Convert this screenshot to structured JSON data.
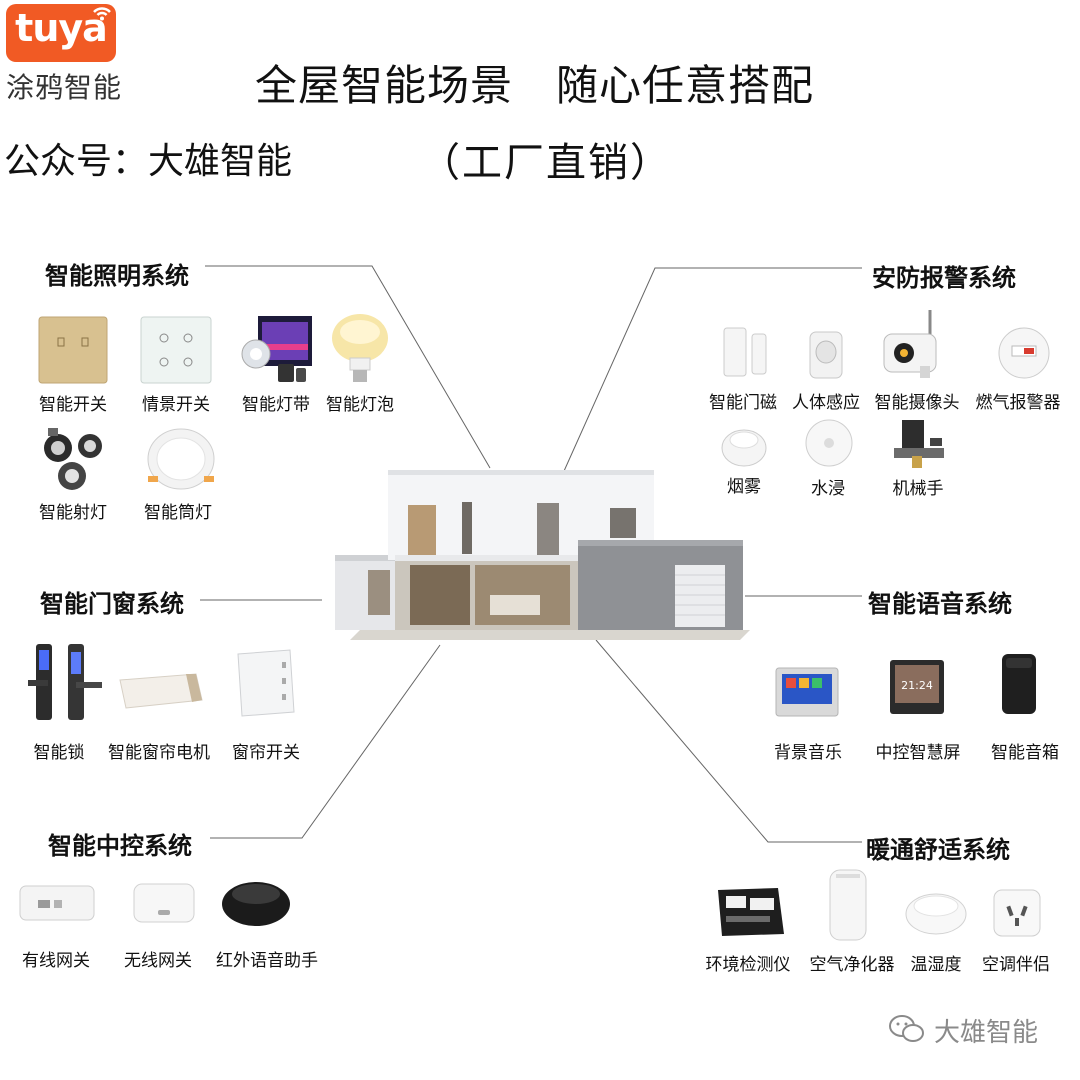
{
  "logo": {
    "word": "tuya",
    "cn": "涂鸦智能"
  },
  "header": {
    "headline": "全屋智能场景　随心任意搭配",
    "account": "公众号：大雄智能",
    "factory": "（工厂直销）"
  },
  "systems": {
    "lighting": {
      "title": "智能照明系统",
      "items": [
        "智能开关",
        "情景开关",
        "智能灯带",
        "智能灯泡",
        "智能射灯",
        "智能筒灯"
      ]
    },
    "security": {
      "title": "安防报警系统",
      "items": [
        "智能门磁",
        "人体感应",
        "智能摄像头",
        "燃气报警器",
        "烟雾",
        "水浸",
        "机械手"
      ]
    },
    "doors": {
      "title": "智能门窗系统",
      "items": [
        "智能锁",
        "智能窗帘电机",
        "窗帘开关"
      ]
    },
    "voice": {
      "title": "智能语音系统",
      "items": [
        "背景音乐",
        "中控智慧屏",
        "智能音箱"
      ]
    },
    "control": {
      "title": "智能中控系统",
      "items": [
        "有线网关",
        "无线网关",
        "红外语音助手"
      ]
    },
    "hvac": {
      "title": "暖通舒适系统",
      "items": [
        "环境检测仪",
        "空气净化器",
        "温湿度",
        "空调伴侣"
      ]
    }
  },
  "screen_text": {
    "clock": "21:24"
  },
  "watermark": "大雄智能",
  "colors": {
    "brand": "#f15a24",
    "line": "#555555",
    "wall": "#f2f3f5"
  }
}
